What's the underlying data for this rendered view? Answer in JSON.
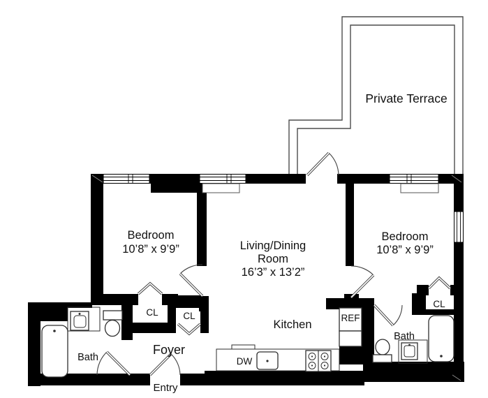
{
  "plan": {
    "background": "#ffffff",
    "colors": {
      "wall": "#000000",
      "thin_wall": "#4d4d4d",
      "fixture_line": "#2e2e2e",
      "door_line": "#3f3f3f",
      "text": "#101010"
    },
    "rooms": {
      "private_terrace": {
        "name": "Private Terrace"
      },
      "bedroom_left": {
        "name": "Bedroom",
        "dimensions": "10’8” x 9’9”"
      },
      "living_dining": {
        "name_line1": "Living/Dining",
        "name_line2": "Room",
        "dimensions": "16’3” x 13’2”"
      },
      "bedroom_right": {
        "name": "Bedroom",
        "dimensions": "10’8” x 9’9”"
      },
      "kitchen": {
        "name": "Kitchen"
      },
      "foyer": {
        "name": "Foyer"
      },
      "bath_left": {
        "name": "Bath"
      },
      "bath_right": {
        "name": "Bath"
      },
      "closet_bedroom_left": {
        "name": "CL"
      },
      "closet_foyer": {
        "name": "CL"
      },
      "closet_bedroom_right": {
        "name": "CL"
      }
    },
    "fixtures": {
      "refrigerator": "REF",
      "dishwasher": "DW"
    },
    "entry": {
      "name": "Entry"
    }
  }
}
